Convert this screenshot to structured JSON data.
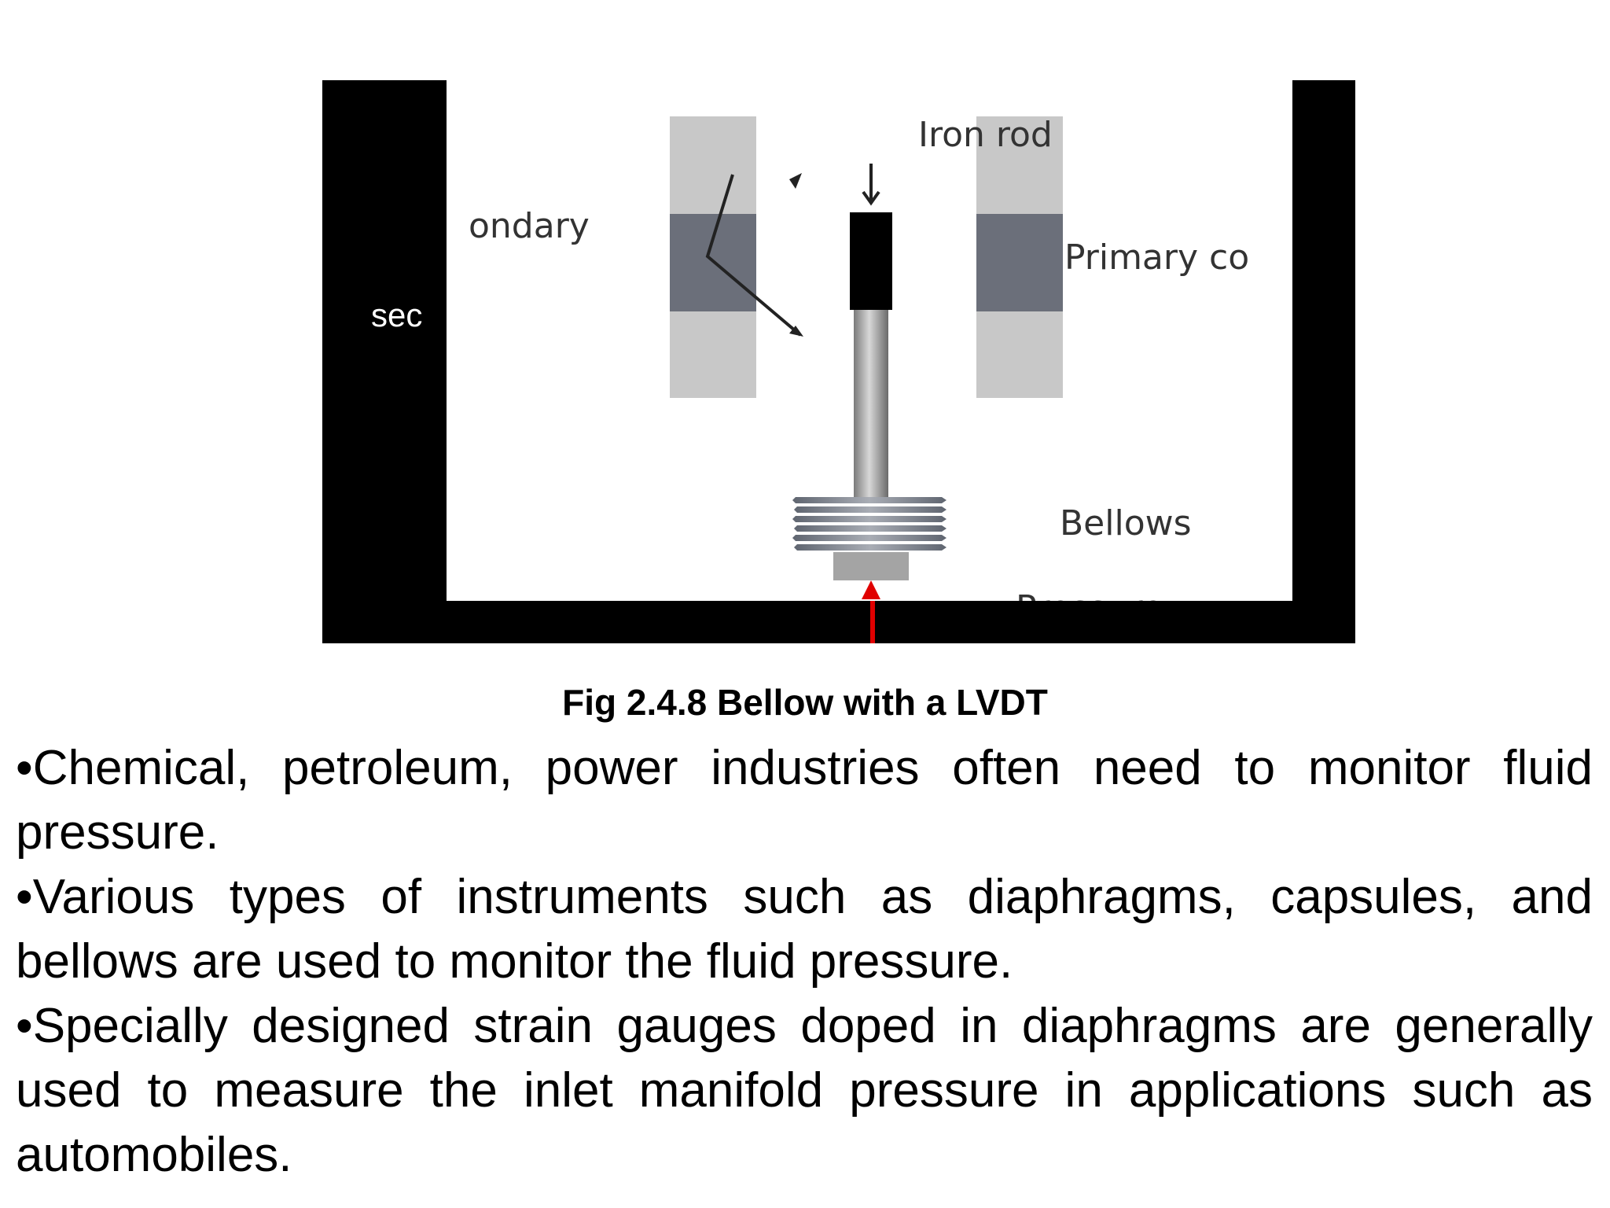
{
  "figure": {
    "labels": {
      "iron_rod": "Iron rod",
      "secondary_cut": "ondary",
      "secondary_overlay": "sec",
      "primary_cut": "Primary co",
      "bellows": "Bellows",
      "pressure_cut": "Pressure"
    },
    "colors": {
      "frame": "#000000",
      "coil_light": "#c8c8c8",
      "coil_dark": "#6b6f7a",
      "rod_core": "#000000",
      "rod_shaft": "#a0a0a0",
      "pressure_arrow": "#e00000"
    }
  },
  "caption": "Fig 2.4.8 Bellow with a LVDT",
  "bullets": [
    "•Chemical, petroleum, power industries often need to monitor fluid pressure.",
    "•Various types of instruments such as diaphragms, capsules, and bellows are used to monitor the fluid pressure.",
    "•Specially designed strain gauges doped in diaphragms are generally used to measure the inlet manifold pressure in applications such as automobiles."
  ]
}
